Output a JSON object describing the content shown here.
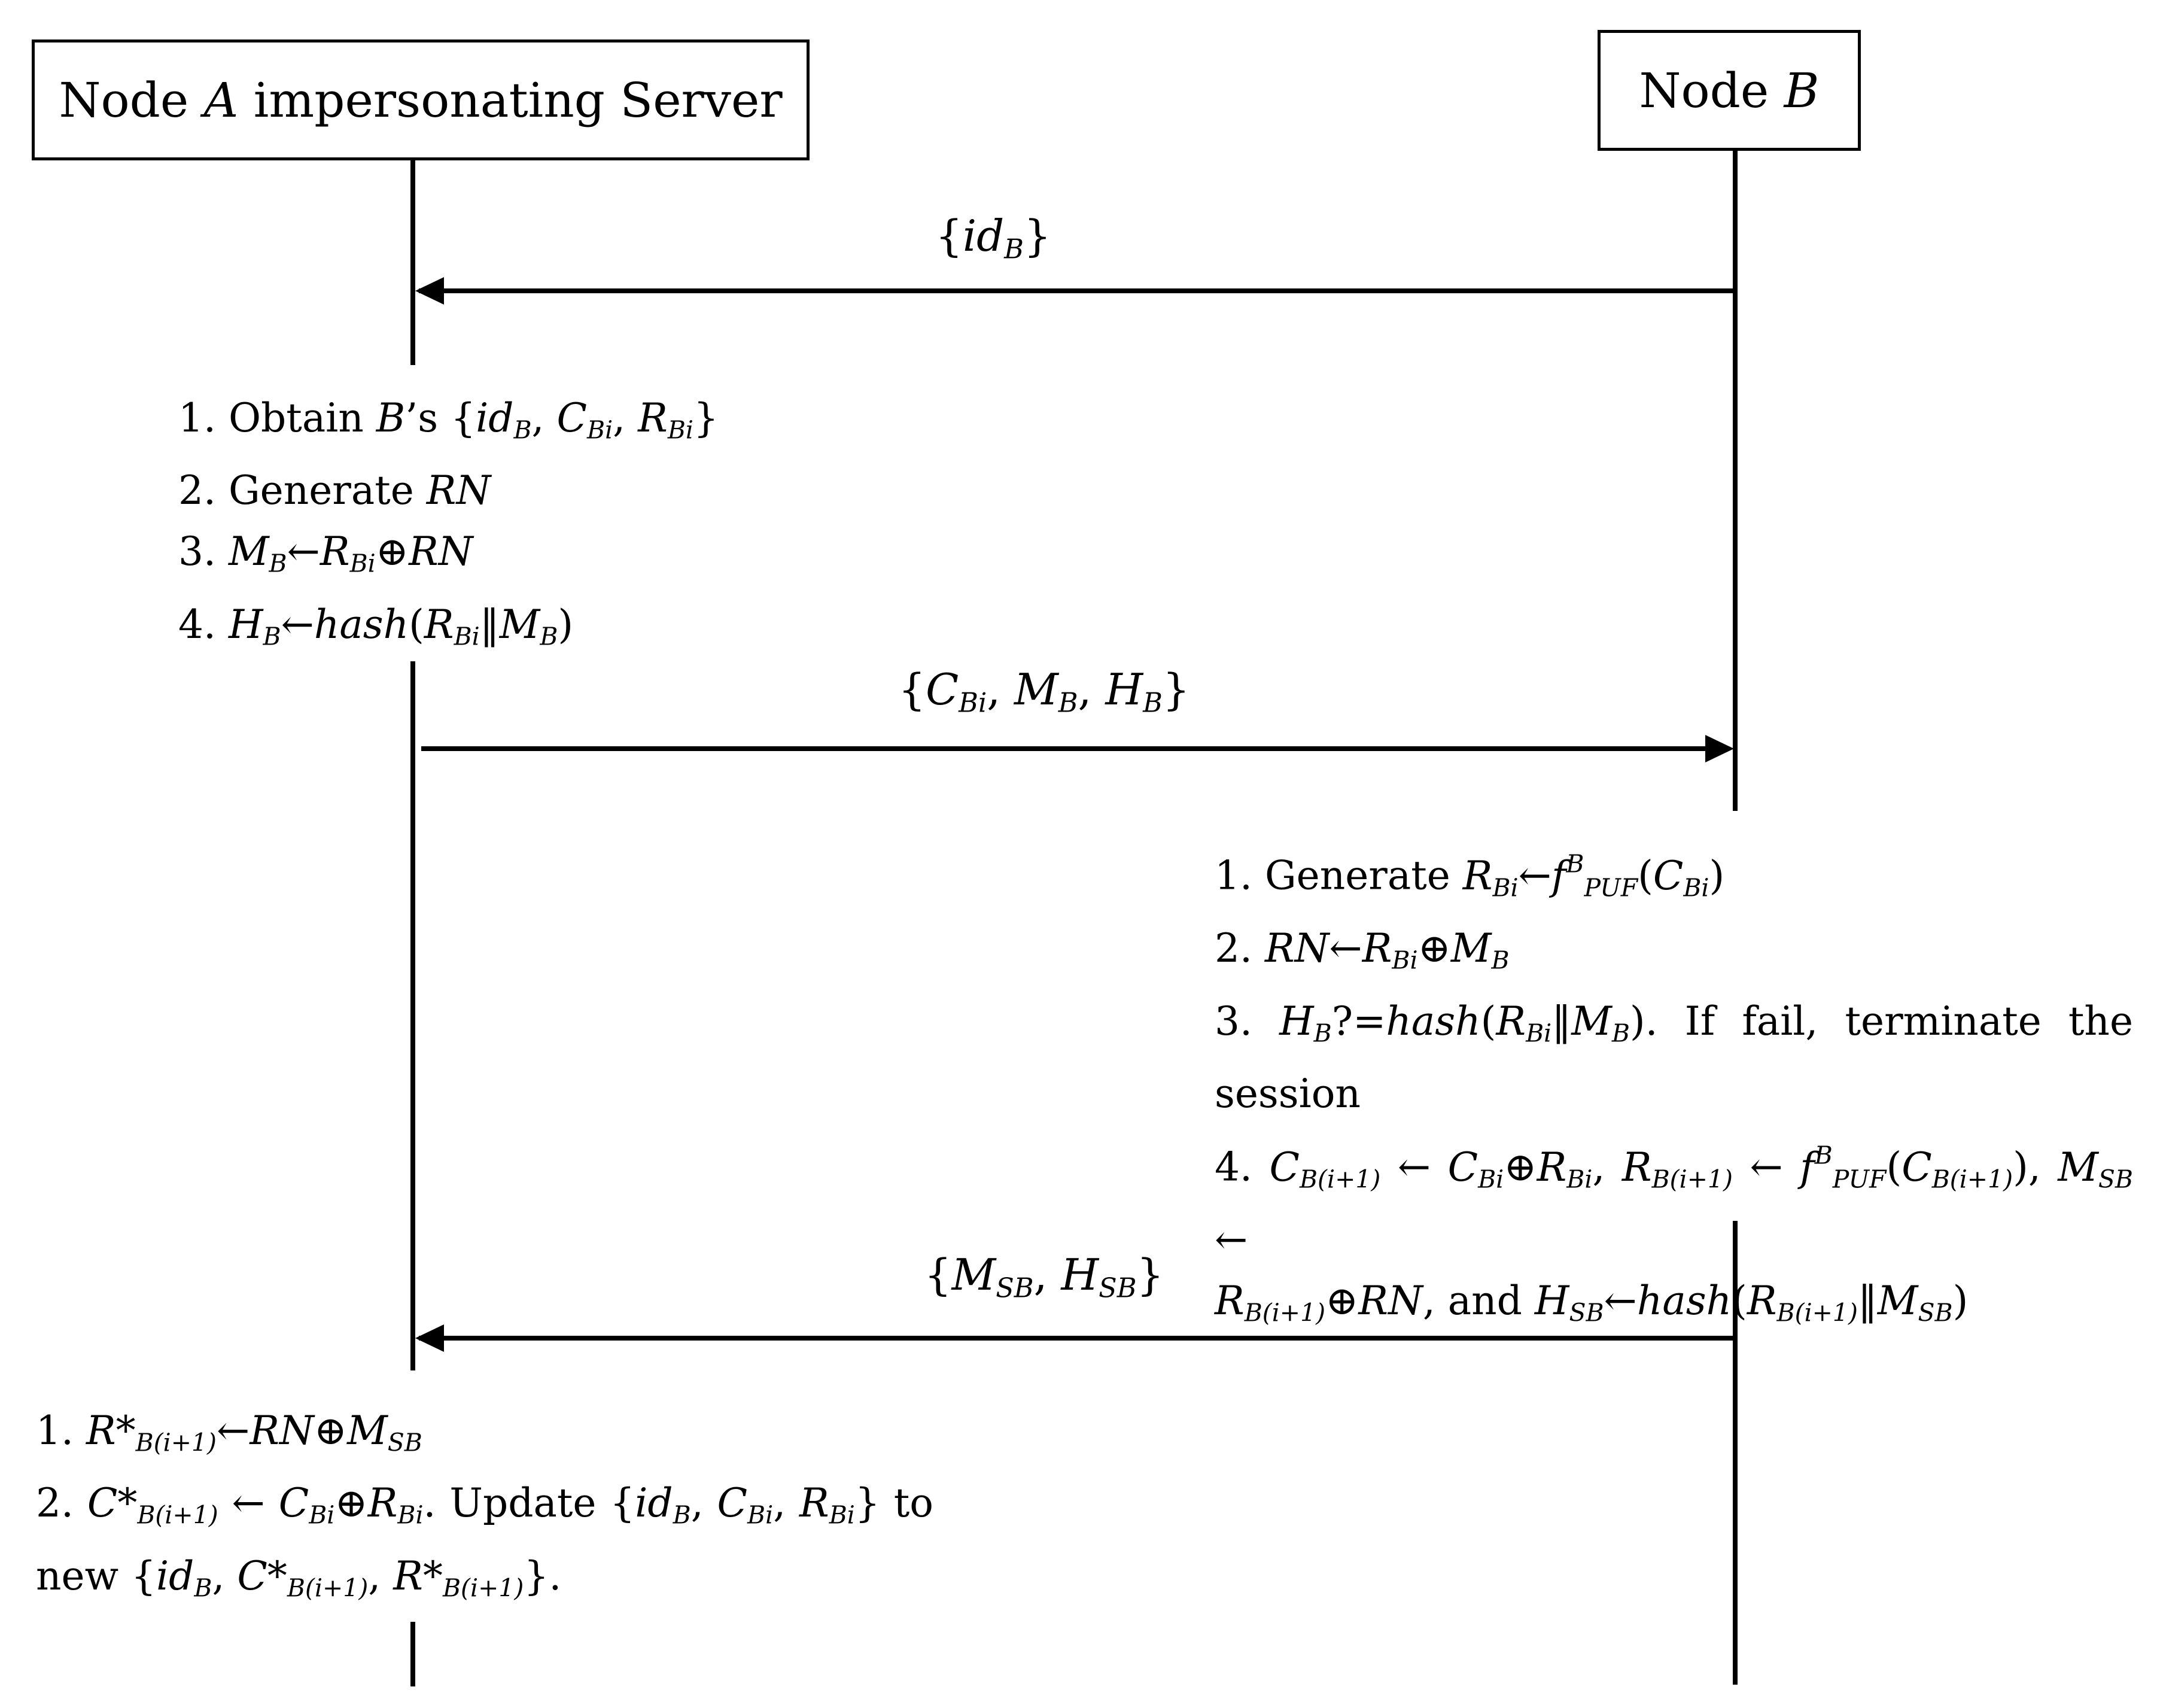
{
  "participants": {
    "left": {
      "prefix": "Node ",
      "var": "A",
      "suffix": " impersonating Server"
    },
    "right": {
      "prefix": "Node ",
      "var": "B"
    }
  },
  "messages": {
    "m1": "{idB}",
    "m2": "{CBi, MB, HB}",
    "m3": "{MSB, HSB}"
  },
  "server_steps_1": [
    "1. Obtain B’s {idB, CBi, RBi}",
    "2. Generate RN",
    "3. MB←RBi⊕RN",
    "4. HB←hash(RBi‖MB)"
  ],
  "node_b_steps": [
    "1. Generate RBi←fBPUF(CBi)",
    "2. RN←RBi⊕MB",
    "3. HB?=hash(RBi‖MB). If fail, terminate the session",
    "4. CB(i+1) ← CBi⊕RBi, RB(i+1) ← fBPUF(CB(i+1)), MSB ← RB(i+1)⊕RN, and HSB←hash(RB(i+1)‖MSB)"
  ],
  "server_steps_2": [
    "1. R*B(i+1)←RN⊕MSB",
    "2. C*B(i+1) ← CBi⊕RBi. Update {idB, CBi, RBi} to new {idB, C*B(i+1), R*B(i+1)}."
  ]
}
